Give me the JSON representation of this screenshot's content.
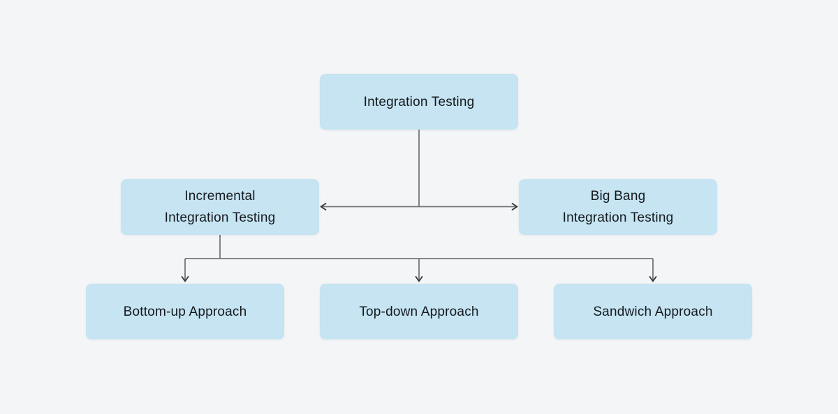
{
  "meta": {
    "background_color": "#F4F5F7",
    "node_fill_color": "#C6E4F2",
    "node_text_color": "#15191E",
    "connector_line_color": "#72767B",
    "arrowhead_color": "#33373C"
  },
  "diagram": {
    "type": "flowchart",
    "nodes": {
      "root": {
        "lines": [
          "Integration Testing"
        ]
      },
      "incremental": {
        "lines": [
          "Incremental",
          "Integration Testing"
        ]
      },
      "big_bang": {
        "lines": [
          "Big Bang",
          "Integration Testing"
        ]
      },
      "bottom_up": {
        "lines": [
          "Bottom-up Approach"
        ]
      },
      "top_down": {
        "lines": [
          "Top-down Approach"
        ]
      },
      "sandwich": {
        "lines": [
          "Sandwich Approach"
        ]
      }
    },
    "edges": [
      {
        "from": "root",
        "to": "incremental",
        "style": "arrow"
      },
      {
        "from": "root",
        "to": "big_bang",
        "style": "arrow"
      },
      {
        "from": "incremental",
        "to": "bottom_up",
        "style": "arrow"
      },
      {
        "from": "incremental",
        "to": "top_down",
        "style": "arrow"
      },
      {
        "from": "incremental",
        "to": "sandwich",
        "style": "arrow"
      }
    ]
  }
}
